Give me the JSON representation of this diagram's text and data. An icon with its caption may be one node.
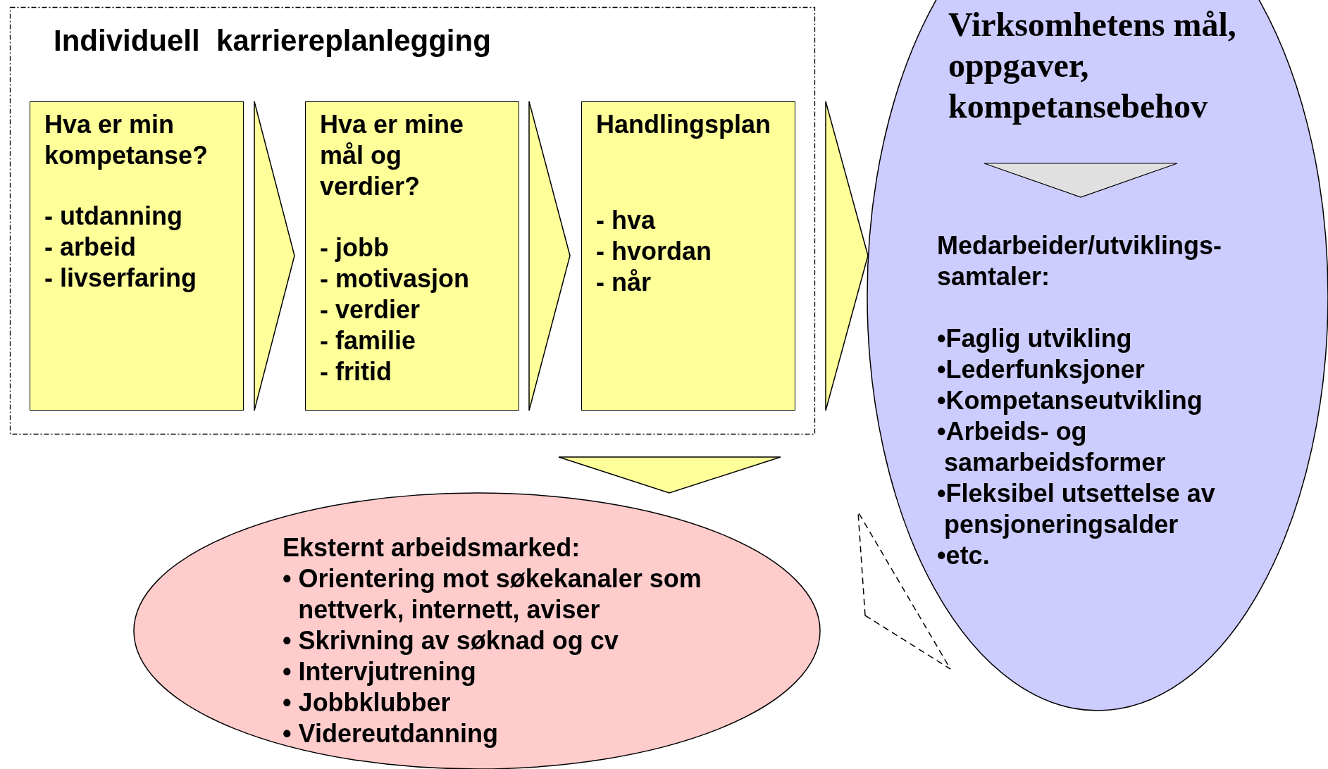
{
  "diagram": {
    "nodes": [
      {
        "text": [
          "Individuell  karriereplanlegging"
        ]
      },
      {
        "text": [
          "Hva er min kompetanse?",
          "- utdanning",
          "- arbeid",
          "- livserfaring"
        ],
        "in": 0
      },
      {
        "text": [
          "Hva er mine mål og verdier?",
          "- jobb",
          "- motivasjon",
          "- verdier",
          "- familie",
          "- fritid"
        ],
        "in": 0
      },
      {
        "text": [
          "Handlingsplan",
          "- hva",
          "- hvordan",
          "- når"
        ],
        "in": 0
      },
      {
        "text": [
          "Virksomhetens mål, oppgaver, kompetansebehov",
          "Medarbeider/utviklings-samtaler:",
          "•Faglig utvikling",
          "•Lederfunksjoner",
          "•Kompetanseutvikling",
          "•Arbeids- og samarbeidsformer",
          "•Fleksibel utsettelse av pensjoneringsalder",
          "•etc."
        ]
      },
      {
        "text": [
          "Eksternt arbeidsmarked:",
          "• Orientering mot søkekanaler som nettverk, internett, aviser",
          "• Skrivning av søknad og cv",
          "• Intervjutrening",
          "• Jobbklubber",
          "• Videreutdanning"
        ]
      }
    ],
    "edges": [
      {
        "from": 1,
        "to": 2,
        "arrow": "to"
      },
      {
        "from": 2,
        "to": 3,
        "arrow": "to"
      },
      {
        "from": 0,
        "to": 4,
        "arrow": "to"
      },
      {
        "from": 0,
        "to": 5,
        "arrow": "to"
      },
      {
        "from": 5,
        "to": 4,
        "arrow": "to",
        "style": "dashed"
      }
    ]
  }
}
